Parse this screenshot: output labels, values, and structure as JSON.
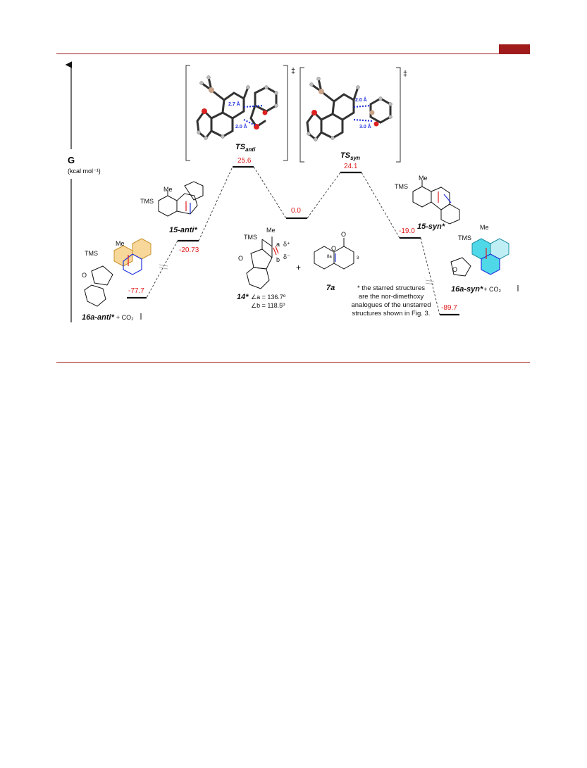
{
  "axis": {
    "label": "G",
    "unit": "(kcal mol⁻¹)"
  },
  "transition_states": {
    "anti": {
      "label": "TS",
      "sub": "anti",
      "d1": "2.7 Å",
      "d2": "2.0 Å"
    },
    "syn": {
      "label": "TS",
      "sub": "syn",
      "d1": "2.0 Å",
      "d2": "3.0 Å"
    },
    "dagger": "‡"
  },
  "levels": {
    "ts_anti": "25.6",
    "ts_syn": "24.1",
    "reactant": "0.0",
    "anti_15": "-20.73",
    "syn_15": "-19.0",
    "anti_16a": "-77.7",
    "syn_16a": "-89.7"
  },
  "compounds": {
    "c15_anti": "15-anti*",
    "c15_syn": "15-syn*",
    "c16a_anti": "16a-anti*",
    "c16a_syn": "16a-syn*",
    "co2": "+ CO₂",
    "c14": "14*",
    "c7a": "7a",
    "plus": "+",
    "angle_a": "∠a = 136.7º",
    "angle_b": "∠b = 118.5º",
    "tms": "TMS",
    "me": "Me",
    "atom_a": "a",
    "atom_b": "b",
    "delta_plus": "δ⁺",
    "delta_minus": "δ⁻",
    "pos_3": "3",
    "pos_8a": "8a"
  },
  "footnote": [
    "* the starred structures",
    "are the nor-dimethoxy",
    "analogues of the unstarred",
    "structures shown in Fig. 3."
  ]
}
